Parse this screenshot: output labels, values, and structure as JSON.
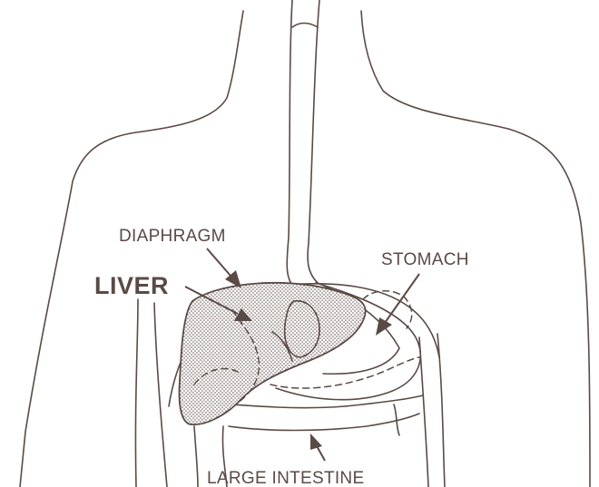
{
  "labels": {
    "diaphragm": "DIAPHRAGM",
    "liver": "LIVER",
    "stomach": "STOMACH",
    "large_intestine": "LARGE INTESTINE"
  },
  "colors": {
    "ink": "#5a4a45",
    "background": "#ffffff"
  }
}
